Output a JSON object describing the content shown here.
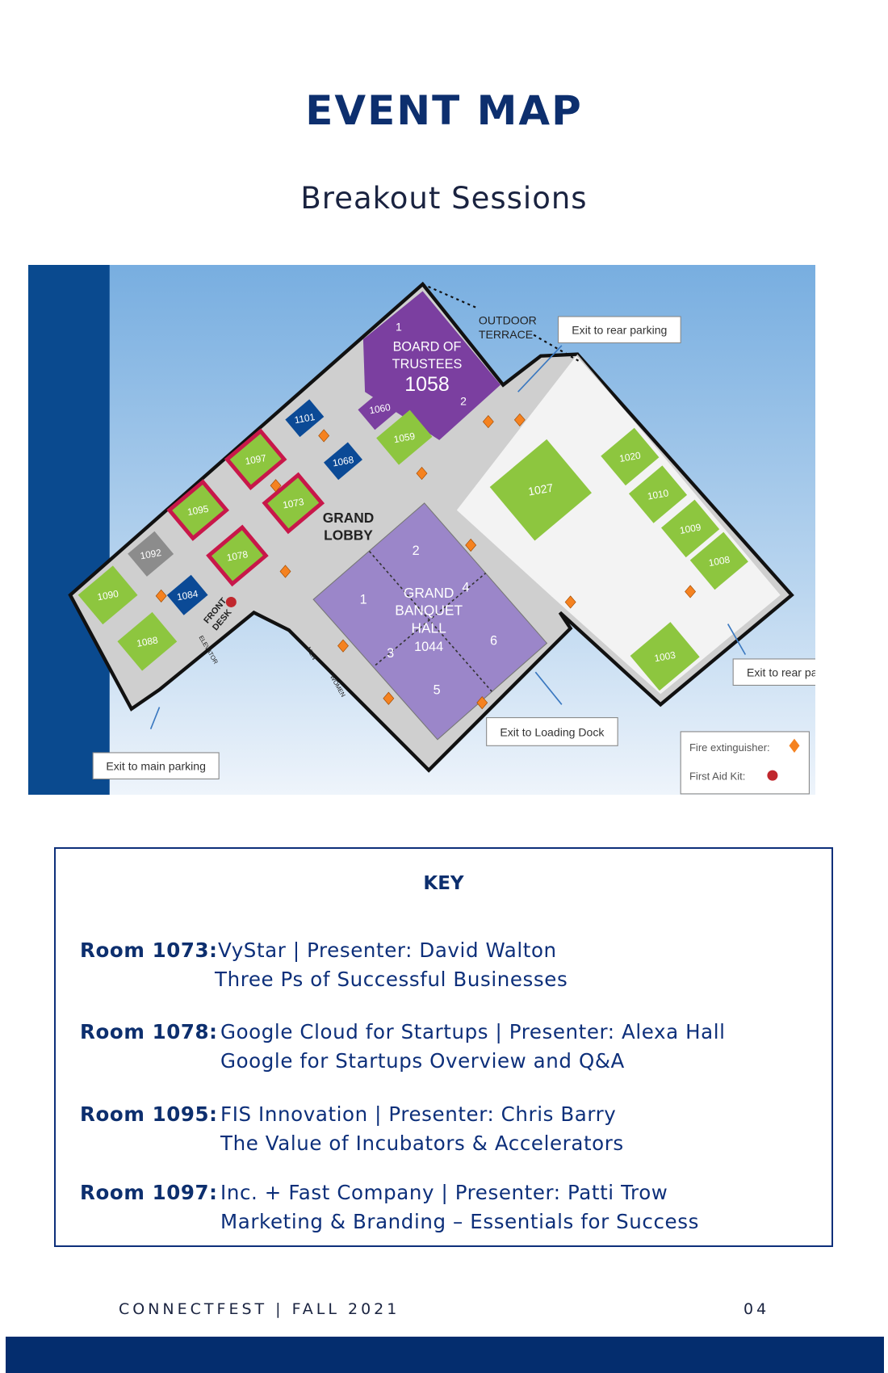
{
  "header": {
    "title": "EVENT MAP",
    "subtitle": "Breakout Sessions"
  },
  "map": {
    "rooms": [
      {
        "label": "1097",
        "type": "green",
        "highlighted": true
      },
      {
        "label": "1095",
        "type": "green",
        "highlighted": true
      },
      {
        "label": "1073",
        "type": "green",
        "highlighted": true
      },
      {
        "label": "1078",
        "type": "green",
        "highlighted": true
      },
      {
        "label": "1092",
        "type": "gray",
        "highlighted": false
      },
      {
        "label": "1090",
        "type": "green",
        "highlighted": false
      },
      {
        "label": "1084",
        "type": "blue",
        "highlighted": false
      },
      {
        "label": "1088",
        "type": "green",
        "highlighted": false
      },
      {
        "label": "1101",
        "type": "blue",
        "highlighted": false
      },
      {
        "label": "1068",
        "type": "blue",
        "highlighted": false
      },
      {
        "label": "1060",
        "type": "purple",
        "highlighted": false
      },
      {
        "label": "1059",
        "type": "green",
        "highlighted": false
      },
      {
        "label": "1027",
        "type": "green",
        "highlighted": false
      },
      {
        "label": "1020",
        "type": "green",
        "highlighted": false
      },
      {
        "label": "1010",
        "type": "green",
        "highlighted": false
      },
      {
        "label": "1009",
        "type": "green",
        "highlighted": false
      },
      {
        "label": "1008",
        "type": "green",
        "highlighted": false
      },
      {
        "label": "1003",
        "type": "green",
        "highlighted": false
      }
    ],
    "board": {
      "section1": "1",
      "line1": "BOARD OF",
      "line2": "TRUSTEES",
      "number": "1058",
      "section2": "2"
    },
    "banquet": {
      "line1": "GRAND",
      "line2": "BANQUET",
      "line3": "HALL",
      "number": "1044",
      "sections": [
        "1",
        "2",
        "3",
        "4",
        "5",
        "6"
      ]
    },
    "lobby": {
      "line1": "GRAND",
      "line2": "LOBBY"
    },
    "terrace": {
      "line1": "OUTDOOR",
      "line2": "TERRACE"
    },
    "front_desk": {
      "line1": "FRONT",
      "line2": "DESK"
    },
    "small_labels": {
      "men": "MEN",
      "women": "WOMEN",
      "elevator": "ELEVATOR"
    },
    "exits": {
      "rear_top": "Exit to rear parking",
      "rear_right": "Exit to rear parking",
      "loading": "Exit to Loading Dock",
      "main": "Exit to main parking"
    },
    "legend": {
      "fire": "Fire extinguisher:",
      "first_aid": "First Aid Kit:"
    },
    "colors": {
      "green": "#8dc63f",
      "blue": "#0b4a96",
      "gray": "#8c8c8c",
      "purple": "#7b3fa0",
      "banquet": "#9b86c9",
      "highlight": "#c8174a",
      "fire": "#f58220",
      "first_aid": "#c0272d"
    }
  },
  "key": {
    "heading": "KEY",
    "entries": [
      {
        "room": "Room 1073:",
        "line1": "VyStar | Presenter: David Walton",
        "line2": "Three Ps of Successful Businesses"
      },
      {
        "room": "Room 1078:",
        "line1": "Google Cloud for Startups | Presenter: Alexa Hall",
        "line2": "Google for Startups Overview and Q&A"
      },
      {
        "room": "Room 1095:",
        "line1": "FIS Innovation | Presenter: Chris Barry",
        "line2": "The Value of Incubators & Accelerators"
      },
      {
        "room": "Room 1097:",
        "line1": "Inc. + Fast Company | Presenter: Patti Trow",
        "line2": "Marketing & Branding – Essentials for Success"
      }
    ]
  },
  "footer": {
    "left": "CONNECTFEST | FALL 2021",
    "page": "04"
  }
}
